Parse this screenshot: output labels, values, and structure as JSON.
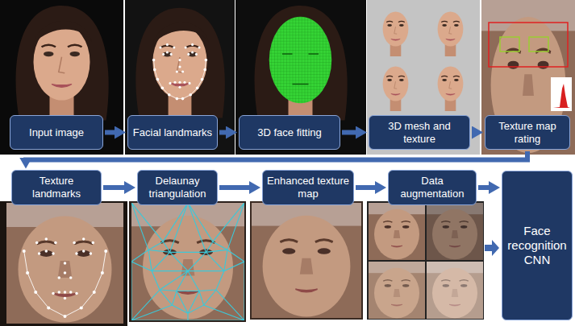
{
  "diagram": {
    "nodes": [
      {
        "text": [
          "Input image"
        ]
      },
      {
        "text": [
          "Facial landmarks"
        ]
      },
      {
        "text": [
          "3D face fitting"
        ]
      },
      {
        "text": [
          "3D mesh and texture"
        ]
      },
      {
        "text": [
          "Texture map rating"
        ]
      },
      {
        "text": [
          "Texture landmarks"
        ]
      },
      {
        "text": [
          "Delaunay triangulation"
        ]
      },
      {
        "text": [
          "Enhanced texture map"
        ]
      },
      {
        "text": [
          "Data augmentation"
        ]
      },
      {
        "text": [
          "Face recognition CNN"
        ]
      }
    ],
    "edges": [
      {
        "from": 0,
        "to": 1,
        "arrow": "to"
      },
      {
        "from": 1,
        "to": 2,
        "arrow": "to"
      },
      {
        "from": 2,
        "to": 3,
        "arrow": "to"
      },
      {
        "from": 3,
        "to": 4,
        "arrow": "to"
      },
      {
        "from": 4,
        "to": 5,
        "arrow": "to"
      },
      {
        "from": 5,
        "to": 6,
        "arrow": "to"
      },
      {
        "from": 6,
        "to": 7,
        "arrow": "to"
      },
      {
        "from": 7,
        "to": 8,
        "arrow": "to"
      },
      {
        "from": 8,
        "to": 9,
        "arrow": "to"
      }
    ]
  }
}
